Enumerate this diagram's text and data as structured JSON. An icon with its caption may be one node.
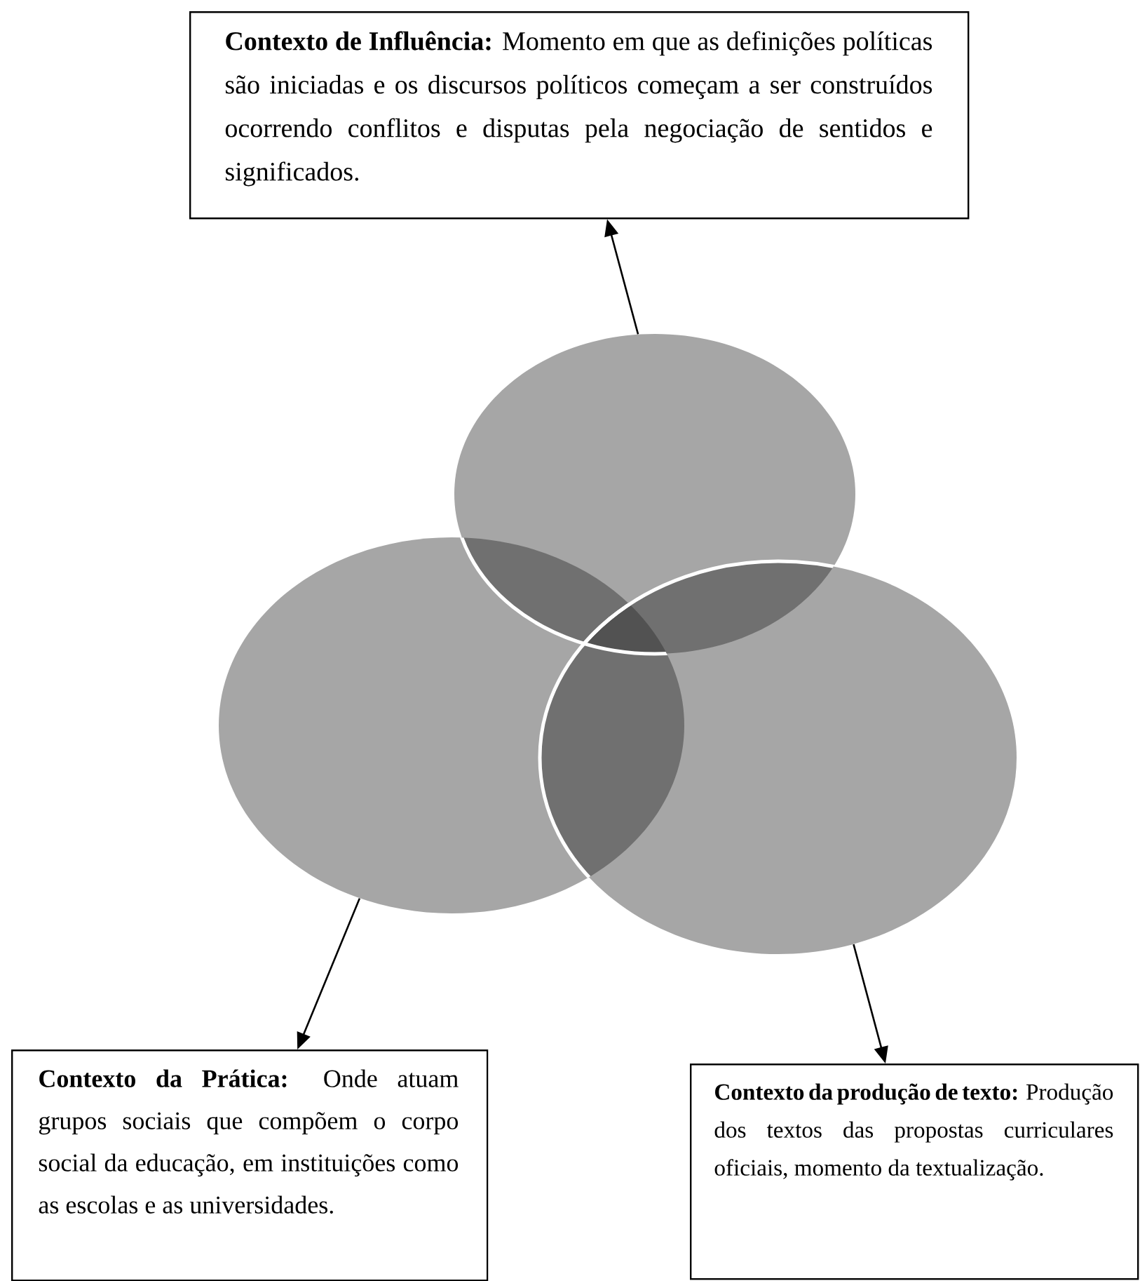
{
  "diagram": {
    "nodes": [
      {
        "text": [
          "**Contexto de Influência:** Momento em que as definições políticas são iniciadas e os discursos políticos começam a ser construídos ocorrendo conflitos e disputas pela negociação de sentidos e significados."
        ]
      },
      {
        "text": [],
        "shape": "circle"
      },
      {
        "text": [],
        "shape": "circle"
      },
      {
        "text": [],
        "shape": "circle"
      },
      {
        "text": [
          "**Contexto da Prática:** Onde atuam grupos sociais que compõem o corpo social da educação, em instituições como as escolas e as universidades."
        ]
      },
      {
        "text": [
          "**Contexto da produção de texto:** Produção dos textos das propostas curriculares oficiais, momento da textualização."
        ]
      }
    ],
    "edges": [
      {
        "from": 1,
        "to": 0,
        "arrow": "to"
      },
      {
        "from": 2,
        "to": 4,
        "arrow": "to"
      },
      {
        "from": 3,
        "to": 5,
        "arrow": "to"
      }
    ]
  }
}
